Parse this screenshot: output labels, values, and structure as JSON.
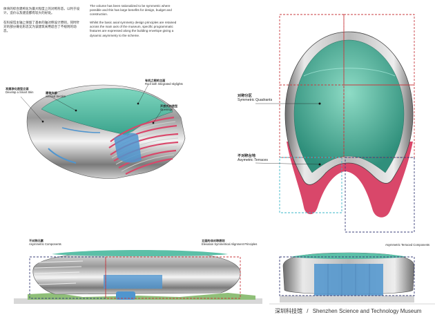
{
  "intro": {
    "left_cn": "体块的综合建构化为最大程度上的对称形态，以利于设计，造价以及建造都有较大的好处。",
    "left_cn2": "在科技馆主轴上保留了基本的轴对称设计原则，同时针对的部分做化形态又为该建筑采用适合了不规则的动态。",
    "right_en": "The volume has been rationalized to be symmetric where possible and this has large benefits for design, budget and construction.",
    "right_en2": "Whilst the basic axial symmetry design principles are retained across the main axis of the museum, specific programmatic features are expressed along the building envelope giving a dynamic asymmetry to the scheme."
  },
  "labels": {
    "develop_cn": "发展净化造型立面",
    "develop_en": "Develop a Smart Skin",
    "second_cn": "建筑外部",
    "second_en": "Second Section",
    "float_cn": "有机之眼的主面",
    "float_en": "Roof with Integrated skylights",
    "opening_cn": "开放式的造型",
    "opening_en": "Openings",
    "sym_cn": "对称分区",
    "sym_en": "Symmetric Quadrants",
    "asym_cn": "不对称台地",
    "asym_en": "Asymetric Terraces",
    "asym_comp_cn": "不对称元素",
    "asym_comp_en": "Asymmetric Components",
    "elev_cn": "立面的非对称原则",
    "elev_en": "Elevation Symmetrical Alignment Principles",
    "side_en": "Asymmetric Terraced Components"
  },
  "footer": {
    "cn": "深圳科技馆",
    "sep": "/",
    "en": "Shenzhen Science and Technology Museum"
  },
  "colors": {
    "teal": "#5bbfa7",
    "pink": "#d9476a",
    "red_dash": "#c8393e",
    "navy_dash": "#3b3f7a",
    "cyan_dash": "#3ab7c9",
    "glass": "#4f95cf"
  }
}
